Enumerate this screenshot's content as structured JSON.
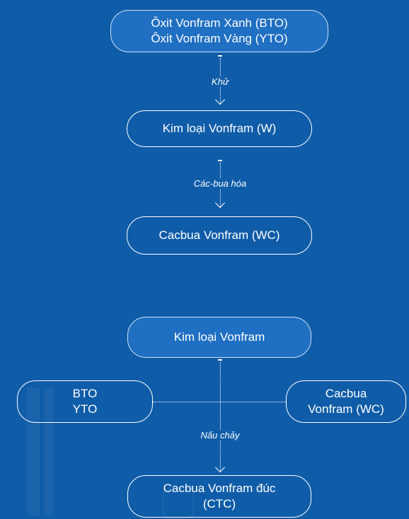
{
  "top": {
    "node1": {
      "line1": "Ôxit Vonfram Xanh (BTO)",
      "line2": "Ôxit Vonfram Vàng (YTO)"
    },
    "step1": "Khử",
    "node2": "Kim loại Vonfram (W)",
    "step2": "Các-bua hóa",
    "node3": "Cacbua Vonfram (WC)"
  },
  "bottom": {
    "metal": "Kim loại Vonfram",
    "left": {
      "line1": "BTO",
      "line2": "YTO"
    },
    "right": {
      "line1": "Cacbua",
      "line2": "Vonfram (WC)"
    },
    "step": "Nấu chảy",
    "result": {
      "line1": "Cacbua Vonfram đúc",
      "line2": "(CTC)"
    }
  },
  "colors": {
    "background": "#0f5ca8",
    "node_fill_light": "#1f6fc2",
    "stroke": "#ffffff"
  }
}
